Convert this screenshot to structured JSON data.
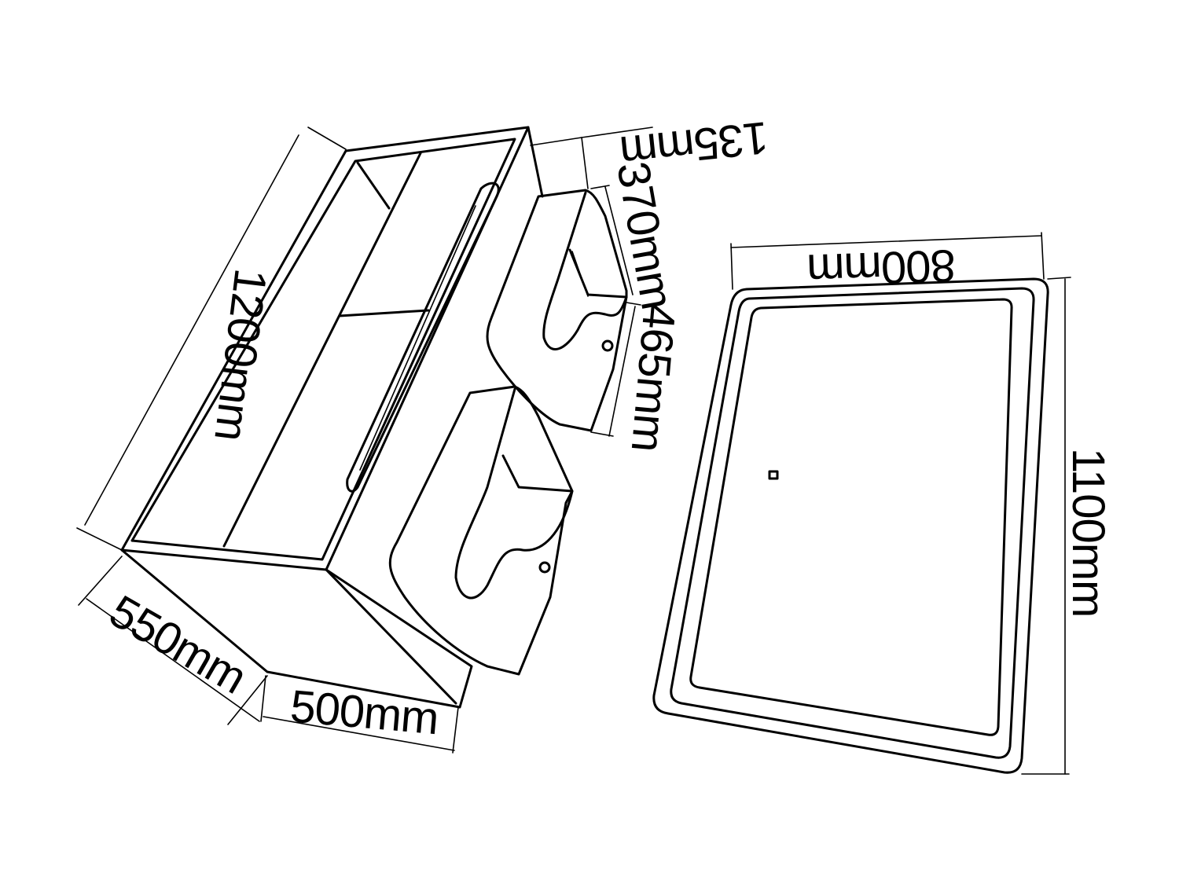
{
  "dimensions": {
    "vanity_length": "1200mm",
    "vanity_depth": "550mm",
    "vanity_height": "500mm",
    "basin_depth": "135mm",
    "basin_width": "370mm",
    "basin_length": "465mm",
    "mirror_width": "800mm",
    "mirror_height": "1100mm"
  },
  "colors": {
    "line": "#000000",
    "background": "#ffffff"
  }
}
